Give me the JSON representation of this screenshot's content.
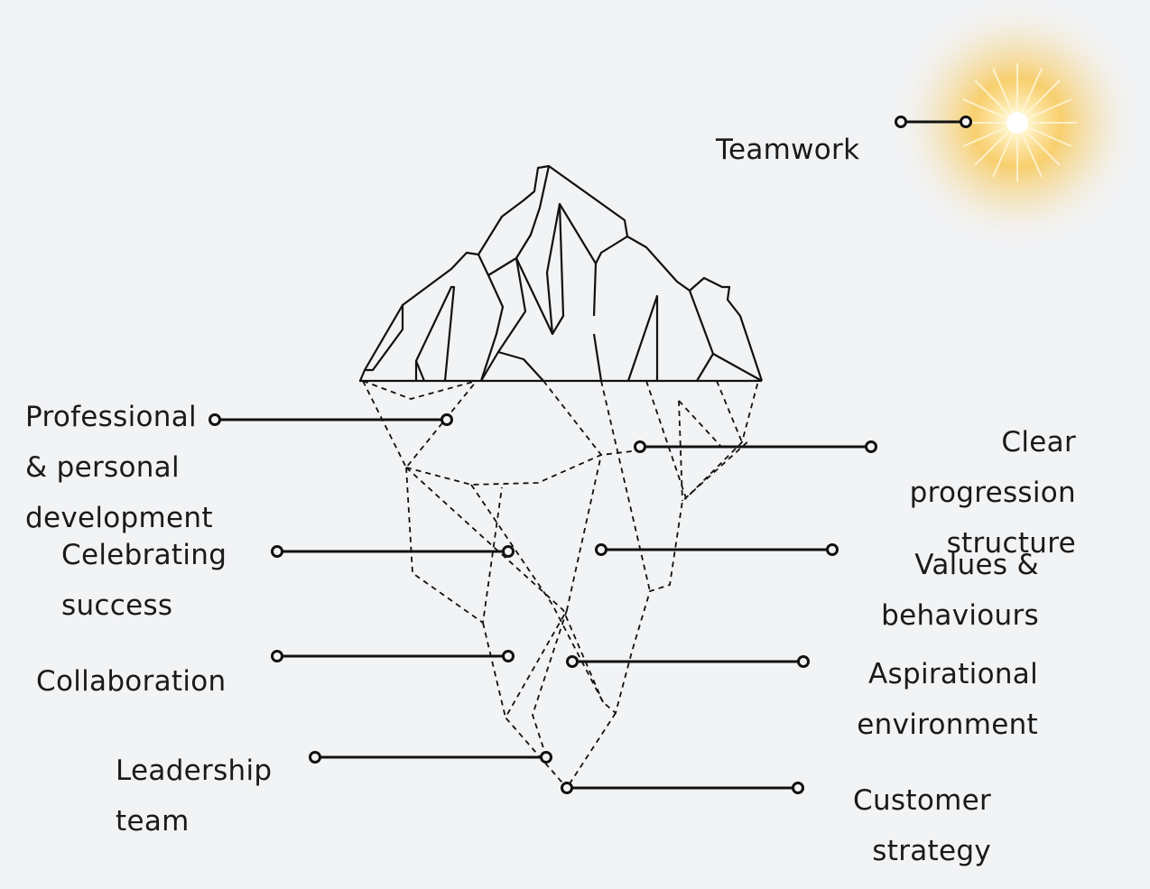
{
  "labels": {
    "teamwork": "Teamwork",
    "professional": [
      "Professional",
      "& personal",
      "development"
    ],
    "celebrating": [
      "Celebrating",
      "success"
    ],
    "collaboration": "Collaboration",
    "leadership": [
      "Leadership",
      "team"
    ],
    "clear": [
      "Clear",
      "progression",
      "structure"
    ],
    "values": [
      "Values &",
      "behaviours"
    ],
    "aspirational": [
      "Aspirational",
      "environment"
    ],
    "customer": [
      "Customer",
      "strategy"
    ]
  },
  "colors": {
    "background": "#f2f3f5",
    "line": "#111111",
    "sun_core": "#ffffff",
    "sun_glow": "#f7b733"
  },
  "icons": [
    "sun-icon",
    "iceberg-icon",
    "connector-dot-icon"
  ]
}
